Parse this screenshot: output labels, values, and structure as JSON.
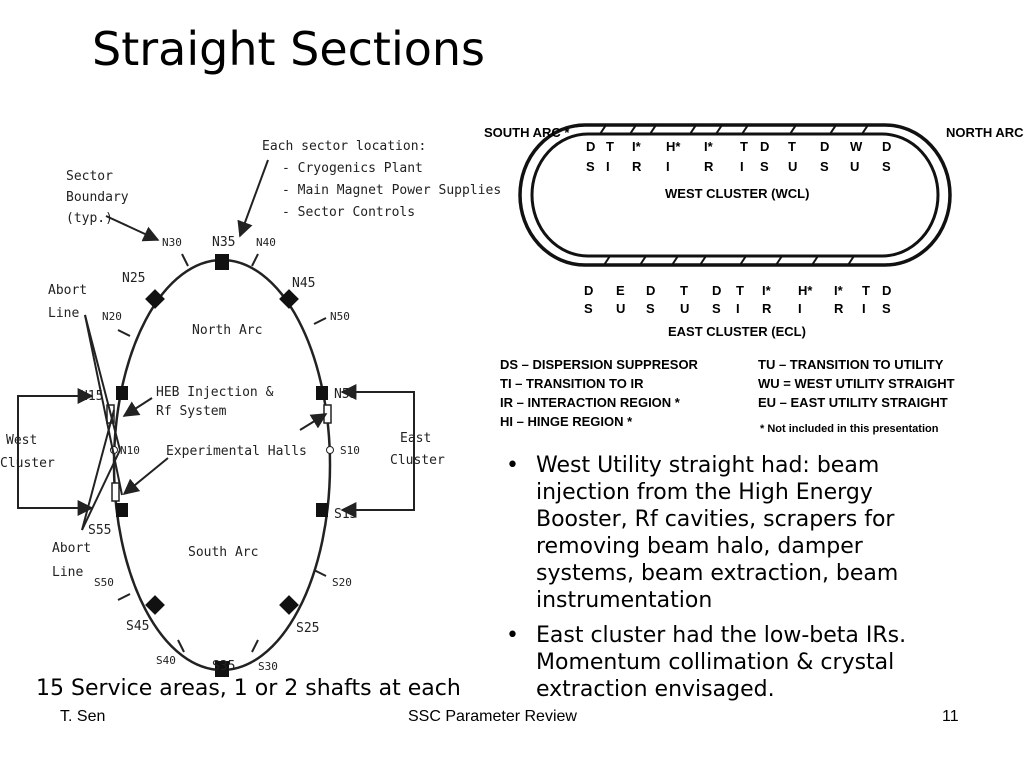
{
  "title": "Straight Sections",
  "ring": {
    "notes_header": "Each sector location:",
    "notes": [
      "- Cryogenics Plant",
      "- Main Magnet Power Supplies",
      "- Sector Controls"
    ],
    "sector_boundary": [
      "Sector",
      "Boundary",
      "(typ.)"
    ],
    "north_arc": "North Arc",
    "south_arc": "South Arc",
    "heb": [
      "HEB Injection &",
      "Rf System"
    ],
    "exp_halls": "Experimental Halls",
    "abort_top": [
      "Abort",
      "Line"
    ],
    "abort_bottom": [
      "Abort",
      "Line"
    ],
    "west_cluster": [
      "West",
      "Cluster"
    ],
    "east_cluster": [
      "East",
      "Cluster"
    ],
    "labels": {
      "N30": "N30",
      "N35": "N35",
      "N40": "N40",
      "N25": "N25",
      "N45": "N45",
      "N20": "N20",
      "N50": "N50",
      "N15": "N15",
      "N55": "N55",
      "N10": "N10",
      "S10": "S10",
      "S55": "S55",
      "S15": "S15",
      "S50": "S50",
      "S20": "S20",
      "S45": "S45",
      "S25": "S25",
      "S40": "S40",
      "S35": "S35",
      "S30": "S30"
    }
  },
  "clusters": {
    "south_arc": "SOUTH ARC *",
    "north_arc": "NORTH ARC *",
    "west_top": [
      "D",
      "T",
      "I*",
      "H*",
      "I*",
      "T",
      "D",
      "T",
      "D",
      "W",
      "D"
    ],
    "west_bottom": [
      "S",
      "I",
      "R",
      "I",
      "R",
      "I",
      "S",
      "U",
      "S",
      "U",
      "S"
    ],
    "west_label": "WEST CLUSTER (WCL)",
    "east_top": [
      "D",
      "E",
      "D",
      "T",
      "D",
      "T",
      "I*",
      "H*",
      "I*",
      "T",
      "D"
    ],
    "east_bottom": [
      "S",
      "U",
      "S",
      "U",
      "S",
      "I",
      "R",
      "I",
      "R",
      "I",
      "S"
    ],
    "east_label": "EAST CLUSTER (ECL)"
  },
  "legend": {
    "left": [
      "DS  –  DISPERSION SUPPRESOR",
      "TI   –  TRANSITION TO IR",
      "IR   –  INTERACTION REGION *",
      "HI   –  HINGE REGION *"
    ],
    "right": [
      "TU  –  TRANSITION TO UTILITY",
      "WU  =  WEST UTILITY STRAIGHT",
      "EU  –  EAST UTILITY STRAIGHT",
      "* Not included in this presentation"
    ]
  },
  "bullets": [
    "West Utility straight had: beam injection from the High Energy Booster, Rf cavities, scrapers for removing beam halo, damper systems, beam extraction, beam instrumentation",
    "East cluster had the low-beta IRs. Momentum collimation & crystal extraction envisaged."
  ],
  "caption": "15 Service areas, 1 or 2 shafts at each",
  "footer": {
    "left": "T. Sen",
    "center": "SSC Parameter Review",
    "right": "11"
  }
}
